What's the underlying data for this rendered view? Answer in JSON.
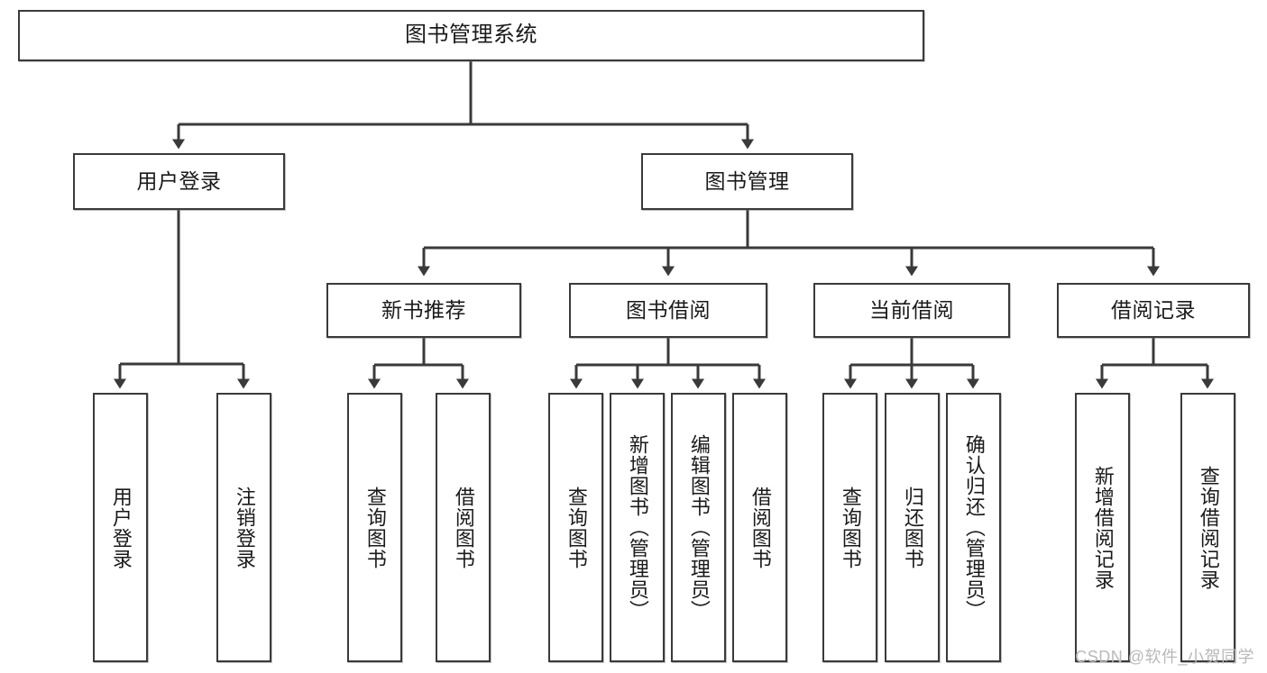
{
  "diagram": {
    "title": "图书管理系统",
    "type": "tree-hierarchy-chart",
    "root": {
      "id": "root",
      "label": "图书管理系统"
    },
    "level2": [
      {
        "id": "user-login",
        "label": "用户登录"
      },
      {
        "id": "book-manage",
        "label": "图书管理"
      }
    ],
    "level3": [
      {
        "id": "new-book-rec",
        "label": "新书推荐",
        "parent": "book-manage"
      },
      {
        "id": "book-borrow",
        "label": "图书借阅",
        "parent": "book-manage"
      },
      {
        "id": "current-borrow",
        "label": "当前借阅",
        "parent": "book-manage"
      },
      {
        "id": "borrow-record",
        "label": "借阅记录",
        "parent": "book-manage"
      }
    ],
    "leaves": {
      "user-login": [
        {
          "id": "leaf-user-login",
          "label": "用户登录"
        },
        {
          "id": "leaf-logout",
          "label": "注销登录"
        }
      ],
      "new-book-rec": [
        {
          "id": "leaf-query-book-1",
          "label": "查询图书"
        },
        {
          "id": "leaf-borrow-book-1",
          "label": "借阅图书"
        }
      ],
      "book-borrow": [
        {
          "id": "leaf-query-book-2",
          "label": "查询图书"
        },
        {
          "id": "leaf-add-book",
          "label": "新增图书（管理员）"
        },
        {
          "id": "leaf-edit-book",
          "label": "编辑图书（管理员）"
        },
        {
          "id": "leaf-borrow-book-2",
          "label": "借阅图书"
        }
      ],
      "current-borrow": [
        {
          "id": "leaf-query-book-3",
          "label": "查询图书"
        },
        {
          "id": "leaf-return-book",
          "label": "归还图书"
        },
        {
          "id": "leaf-confirm-return",
          "label": "确认归还（管理员）"
        }
      ],
      "borrow-record": [
        {
          "id": "leaf-add-record",
          "label": "新增借阅记录"
        },
        {
          "id": "leaf-query-record",
          "label": "查询借阅记录"
        }
      ]
    },
    "watermark": "CSDN @软件_小贺同学",
    "colors": {
      "box_border": "#3a3a3a",
      "box_fill": "#ffffff",
      "line": "#3a3a3a",
      "text": "#1a1a1a",
      "watermark": "#b9b9b9",
      "background": "#ffffff"
    }
  }
}
